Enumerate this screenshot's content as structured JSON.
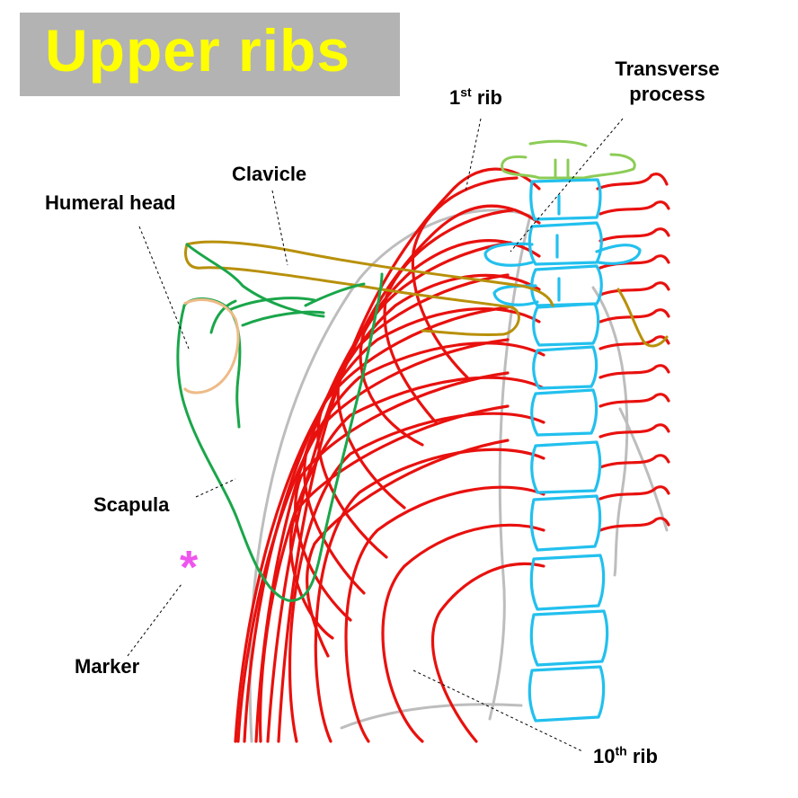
{
  "title": "Upper ribs",
  "labels": {
    "first_rib": {
      "num": "1",
      "sup": "st",
      "word": " rib"
    },
    "transverse_process": {
      "line1": "Transverse",
      "line2": "process"
    },
    "clavicle": "Clavicle",
    "humeral_head": "Humeral head",
    "scapula": "Scapula",
    "marker": "Marker",
    "marker_symbol": "*",
    "tenth_rib": {
      "num": "10",
      "sup": "th",
      "word": " rib"
    }
  },
  "colors": {
    "title_bg": "#b3b3b3",
    "title_text": "#ffff00",
    "ribs": "#e8110e",
    "vertebrae": "#22c0ee",
    "clavicle": "#b8900a",
    "scapula": "#1aa64a",
    "humeral_head": "#eebb88",
    "first_vertebra": "#8ccc55",
    "outline": "#bdbdbd",
    "marker": "#ee55ee"
  }
}
